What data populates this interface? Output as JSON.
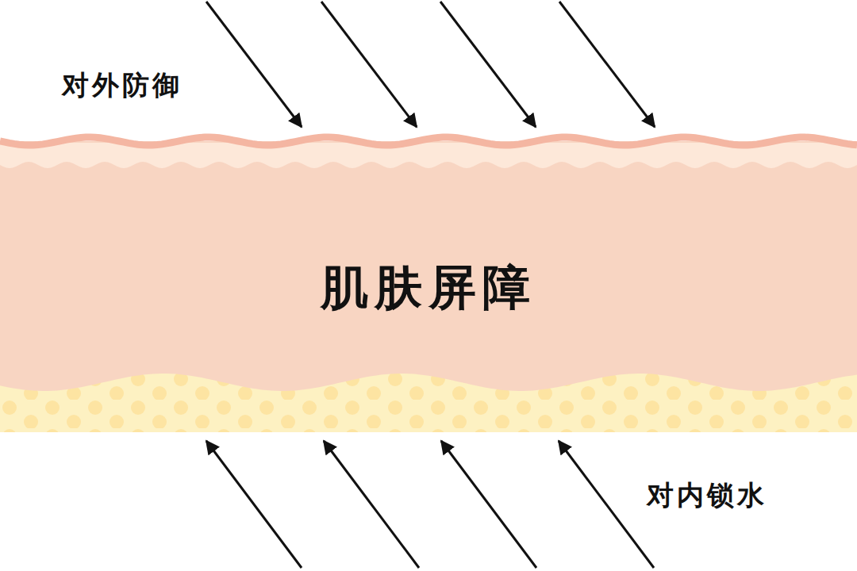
{
  "diagram": {
    "nodes": [
      {
        "text": [
          "肌肤屏障"
        ]
      }
    ],
    "labels": [
      "对外防御",
      "对内锁水"
    ]
  }
}
